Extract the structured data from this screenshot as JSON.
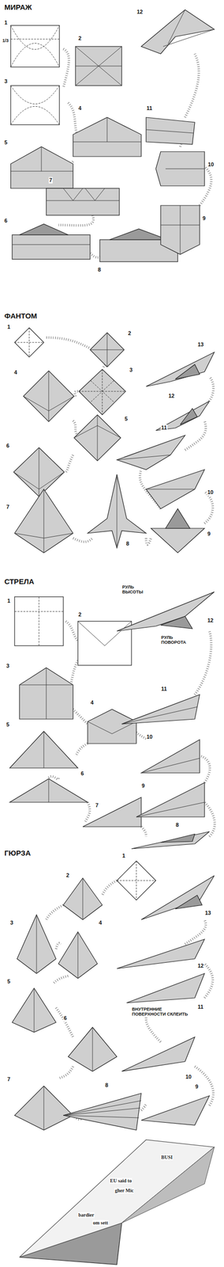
{
  "diagram": {
    "labels": [
      "МИРАЖ",
      "1",
      "1/3",
      "2",
      "3",
      "4",
      "5",
      "6",
      "7",
      "8",
      "9",
      "10",
      "11",
      "12",
      "ФАНТОМ",
      "1",
      "2",
      "3",
      "4",
      "5",
      "6",
      "7",
      "8",
      "9",
      "10",
      "11",
      "12",
      "13",
      "СТРЕЛА",
      "1",
      "2",
      "3",
      "4",
      "5",
      "6",
      "7",
      "8",
      "9",
      "10",
      "11",
      "12",
      "РУЛЬ ВЫСОТЫ",
      "РУЛЬ ПОВОРОТА",
      "ГЮРЗА",
      "1",
      "2",
      "3",
      "4",
      "5",
      "6",
      "7",
      "8",
      "9",
      "10",
      "11",
      "12",
      "13",
      "ВНУТРЕННИЕ ПОВЕРХНОСТИ СКЛЕИТЬ",
      "EU said to",
      "gher Mic",
      "BUSI",
      "bardier",
      "om sett"
    ]
  }
}
